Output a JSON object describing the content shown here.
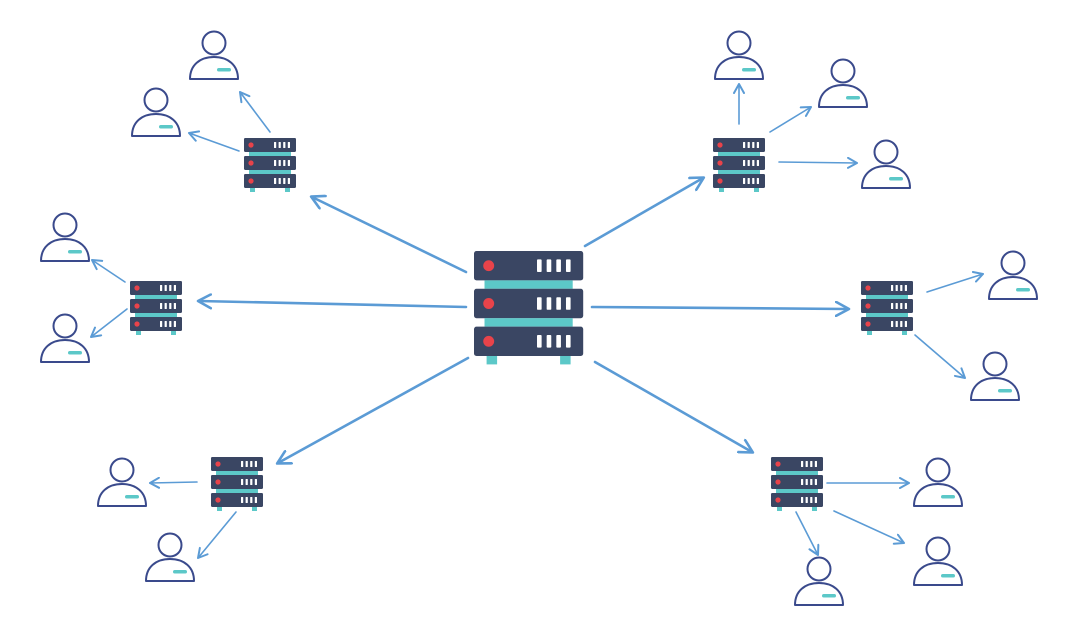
{
  "colors": {
    "background": "#ffffff",
    "server_body": "#3a4663",
    "server_accent": "#5cc8c8",
    "led": "#e8434a",
    "vent": "#ffffff",
    "arrow": "#5b9bd5",
    "user_outline": "#3a4a8c",
    "user_badge": "#5cc8c8"
  },
  "icons": {
    "server": "server-rack-icon",
    "user": "user-icon",
    "arrow": "arrow-icon"
  },
  "nodes": {
    "central_server": {
      "id": "central",
      "icon": "server-rack-icon"
    },
    "edge_servers": [
      {
        "id": "top-left"
      },
      {
        "id": "top-right"
      },
      {
        "id": "mid-left"
      },
      {
        "id": "mid-right"
      },
      {
        "id": "bottom-left"
      },
      {
        "id": "bottom-right"
      }
    ],
    "users": [
      {
        "id": "u1",
        "server": "top-left"
      },
      {
        "id": "u2",
        "server": "top-left"
      },
      {
        "id": "u3",
        "server": "top-right"
      },
      {
        "id": "u4",
        "server": "top-right"
      },
      {
        "id": "u5",
        "server": "top-right"
      },
      {
        "id": "u6",
        "server": "mid-left"
      },
      {
        "id": "u7",
        "server": "mid-left"
      },
      {
        "id": "u8",
        "server": "mid-right"
      },
      {
        "id": "u9",
        "server": "mid-right"
      },
      {
        "id": "u10",
        "server": "bottom-left"
      },
      {
        "id": "u11",
        "server": "bottom-left"
      },
      {
        "id": "u12",
        "server": "bottom-right"
      },
      {
        "id": "u13",
        "server": "bottom-right"
      },
      {
        "id": "u14",
        "server": "bottom-right"
      }
    ]
  }
}
